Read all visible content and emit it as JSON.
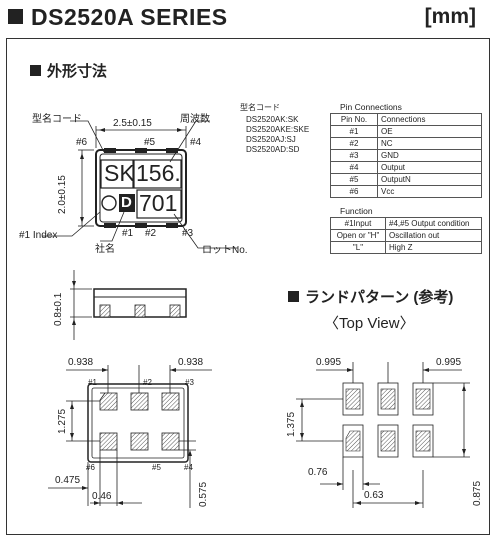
{
  "header": {
    "title": "DS2520A SERIES",
    "unit": "[mm]"
  },
  "outline": {
    "heading": "外形寸法",
    "labels": {
      "model_code": "型名コード",
      "frequency": "周波数",
      "index": "#1 Index",
      "maker": "社名",
      "lot": "ロットNo."
    },
    "dims": {
      "width": "2.5±0.15",
      "height": "2.0±0.15",
      "thickness": "0.8±0.1"
    },
    "pins": [
      "#1",
      "#2",
      "#3",
      "#4",
      "#5",
      "#6"
    ],
    "marking": {
      "code": "SK",
      "freq": "156.",
      "lot": "701",
      "logo": "D"
    }
  },
  "model_codes": {
    "heading": "型名コード",
    "items": [
      "DS2520AK:SK",
      "DS2520AKE:SKE",
      "DS2520AJ:SJ",
      "DS2520AD:SD"
    ]
  },
  "pin_connections": {
    "title": "Pin Connections",
    "headers": [
      "Pin No.",
      "Connections"
    ],
    "rows": [
      [
        "#1",
        "OE"
      ],
      [
        "#2",
        "NC"
      ],
      [
        "#3",
        "GND"
      ],
      [
        "#4",
        "Output"
      ],
      [
        "#5",
        "OutputN"
      ],
      [
        "#6",
        "Vcc"
      ]
    ]
  },
  "function_table": {
    "title": "Function",
    "rows": [
      [
        "#1Input",
        "#4,#5 Output condition"
      ],
      [
        "Open or \"H\"",
        "Oscillation out"
      ],
      [
        "\"L\"",
        "High Z"
      ]
    ]
  },
  "bottom_dims": {
    "pitch_left": "0.938",
    "pitch_right": "0.938",
    "vertical": "1.275",
    "edge": "0.475",
    "pad_w": "0.46",
    "pad_h": "0.575",
    "pins": [
      "#1",
      "#2",
      "#3",
      "#6",
      "#5",
      "#4"
    ]
  },
  "land_pattern": {
    "heading": "ランドパターン (参考)",
    "subheading": "〈Top View〉",
    "dims": {
      "pitch_left": "0.995",
      "pitch_right": "0.995",
      "vertical": "1.375",
      "pad_w": "0.76",
      "span": "0.63",
      "pad_h": "0.875"
    }
  }
}
